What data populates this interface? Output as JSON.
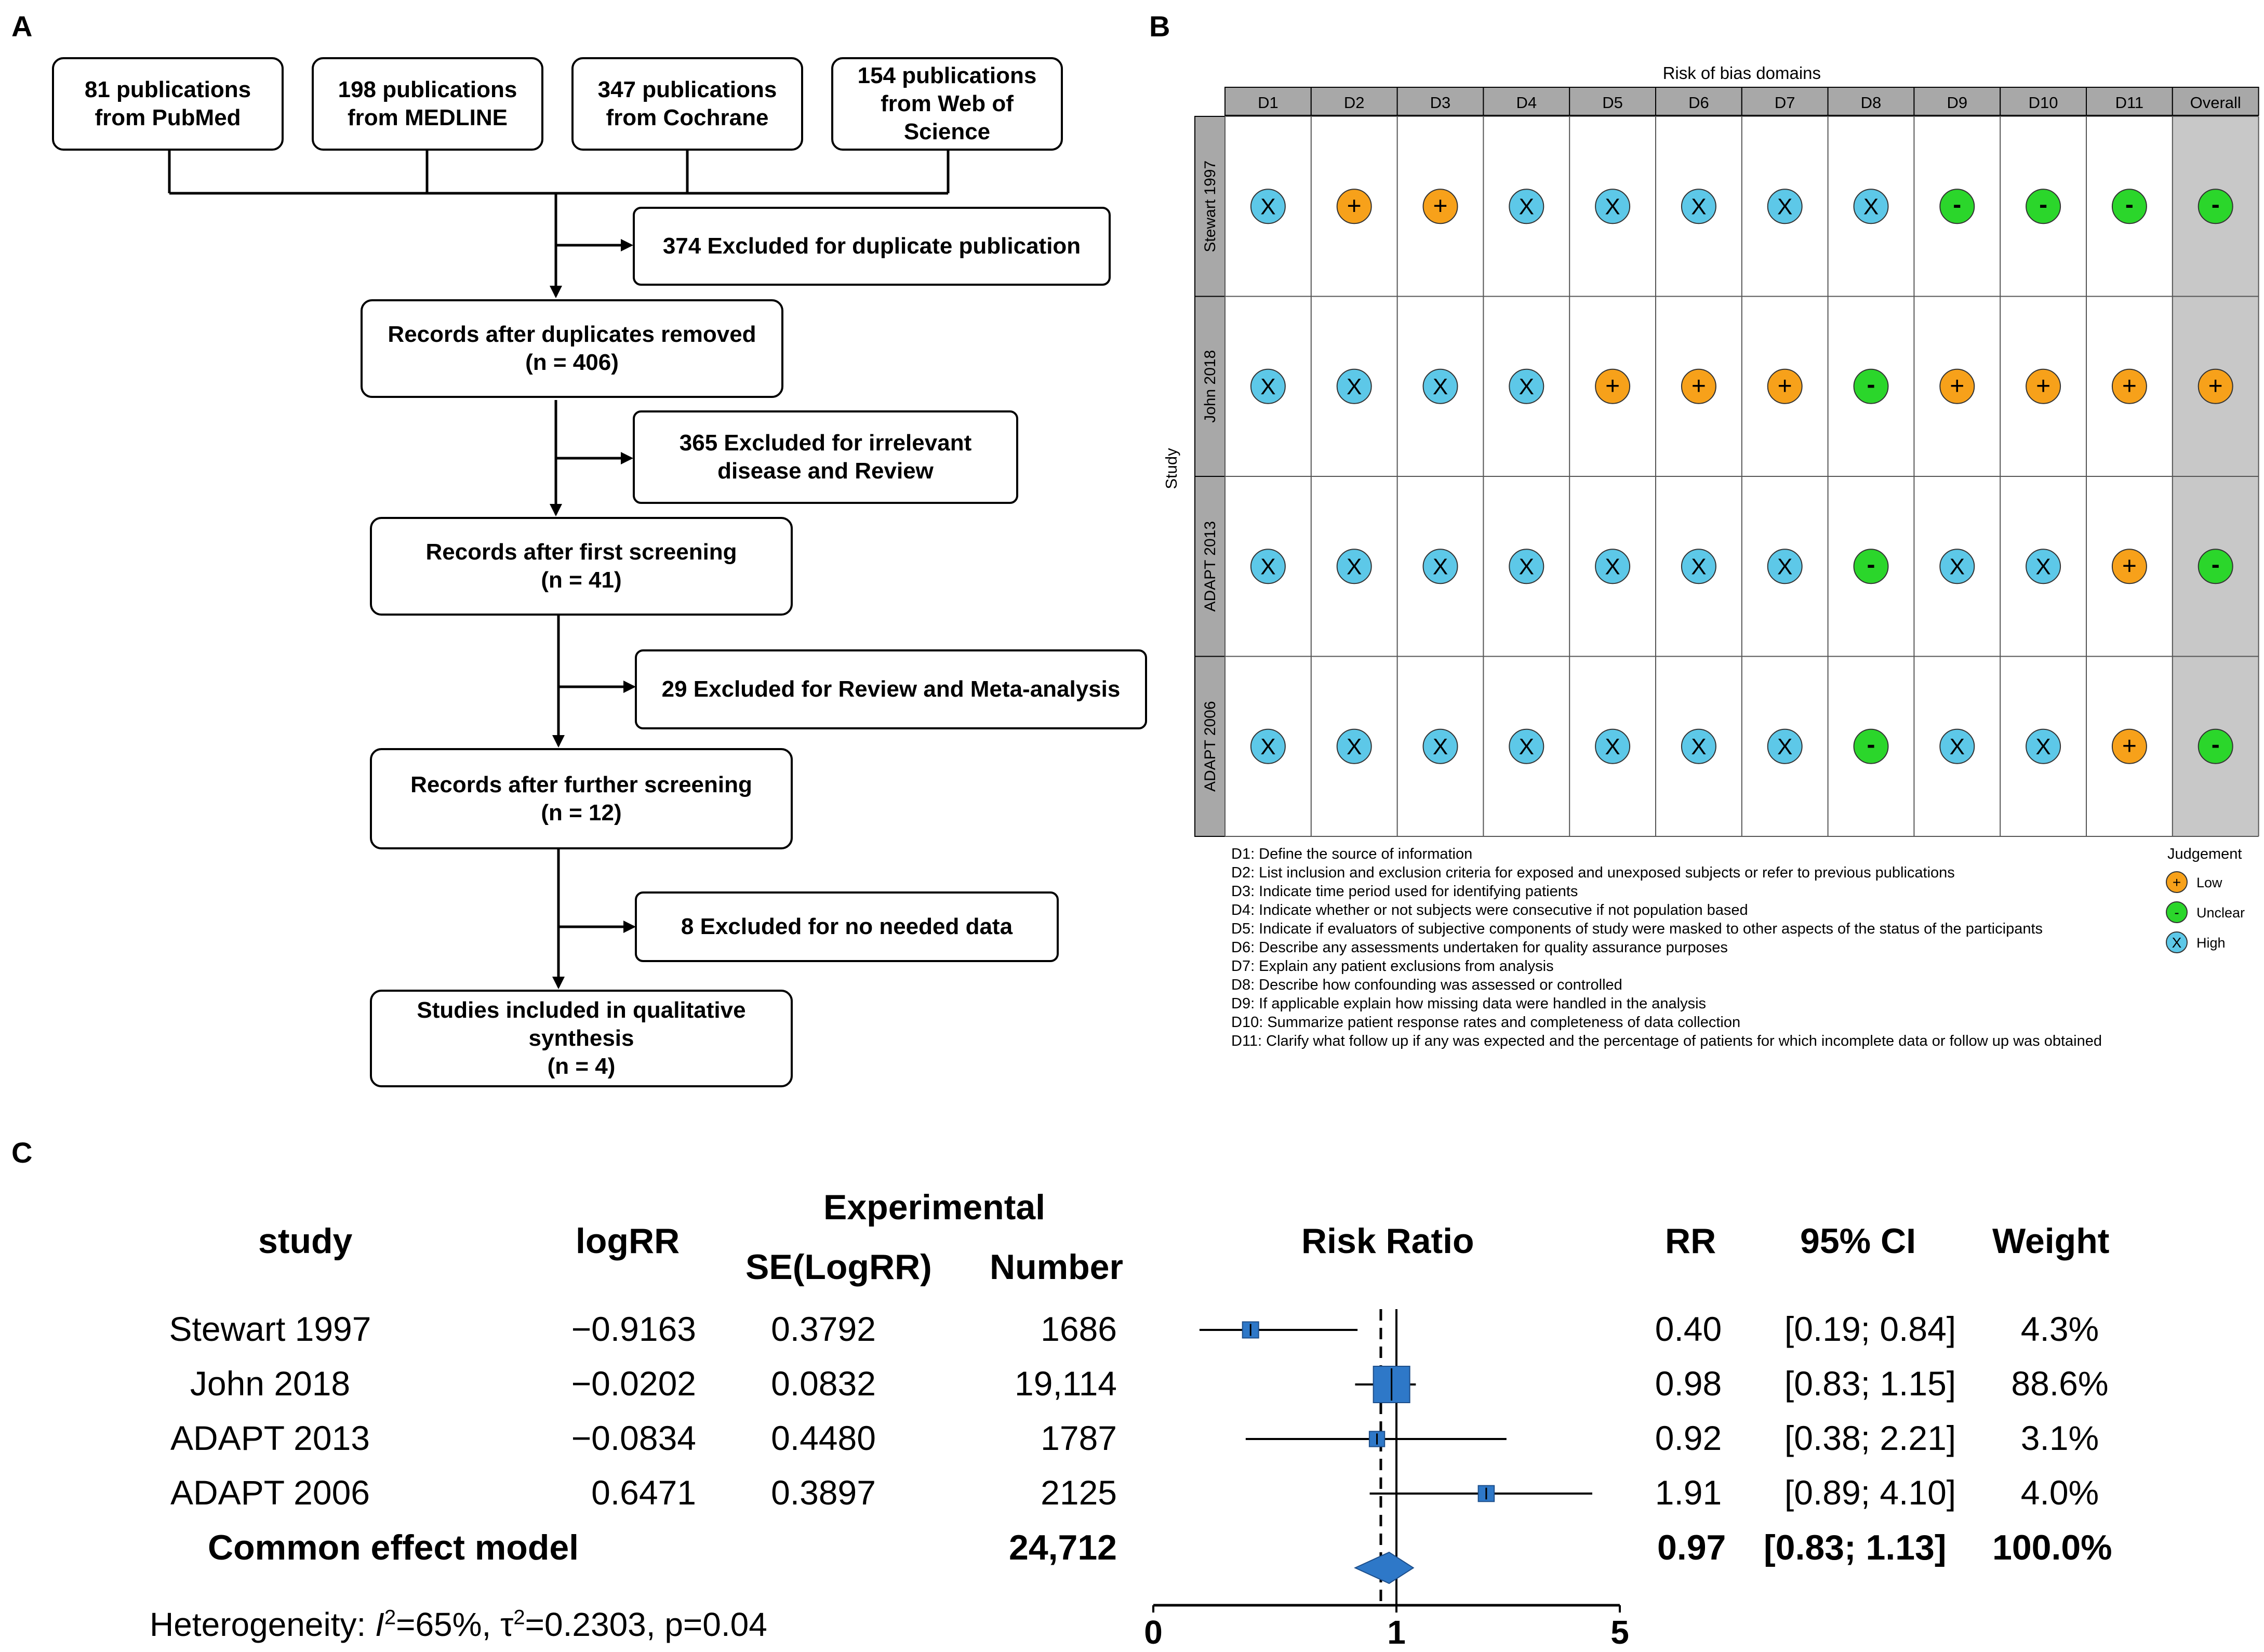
{
  "panels": {
    "a": "A",
    "b": "B",
    "c": "C"
  },
  "flow": {
    "sources": [
      {
        "text": "81 publications\nfrom PubMed"
      },
      {
        "text": "198 publications\nfrom MEDLINE"
      },
      {
        "text": "347 publications\nfrom Cochrane"
      },
      {
        "text": "154 publications\nfrom Web of\nScience"
      }
    ],
    "steps": [
      {
        "text": "Records after duplicates removed\n(n = 406)"
      },
      {
        "text": "Records after first screening\n(n = 41)"
      },
      {
        "text": "Records after further screening\n(n = 12)"
      },
      {
        "text": "Studies included in qualitative\nsynthesis\n(n = 4)"
      }
    ],
    "exclusions": [
      {
        "text": "374 Excluded for duplicate publication"
      },
      {
        "text": "365 Excluded for irrelevant\ndisease and Review"
      },
      {
        "text": "29 Excluded for Review and Meta-analysis"
      },
      {
        "text": "8 Excluded for no needed data"
      }
    ]
  },
  "rob": {
    "title": "Risk of bias domains",
    "y_label": "Study",
    "domains": [
      "D1",
      "D2",
      "D3",
      "D4",
      "D5",
      "D6",
      "D7",
      "D8",
      "D9",
      "D10",
      "D11",
      "Overall"
    ],
    "studies": [
      {
        "name": "Stewart 1997",
        "ratings": [
          "high",
          "low",
          "low",
          "high",
          "high",
          "high",
          "high",
          "high",
          "unclear",
          "unclear",
          "unclear",
          "unclear"
        ]
      },
      {
        "name": "John 2018",
        "ratings": [
          "high",
          "high",
          "high",
          "high",
          "low",
          "low",
          "low",
          "unclear",
          "low",
          "low",
          "low",
          "low"
        ]
      },
      {
        "name": "ADAPT 2013",
        "ratings": [
          "high",
          "high",
          "high",
          "high",
          "high",
          "high",
          "high",
          "unclear",
          "high",
          "high",
          "low",
          "unclear"
        ]
      },
      {
        "name": "ADAPT 2006",
        "ratings": [
          "high",
          "high",
          "high",
          "high",
          "high",
          "high",
          "high",
          "unclear",
          "high",
          "high",
          "low",
          "unclear"
        ]
      }
    ],
    "symbols": {
      "low": "+",
      "unclear": "-",
      "high": "X"
    },
    "colors": {
      "low": "#F7A11A",
      "unclear": "#2BD62B",
      "high": "#5DC8E8",
      "overall_bg": "#C8C8C8",
      "header_bg": "#A8A8A8"
    },
    "definitions": [
      "D1: Define the source of information",
      "D2: List inclusion and exclusion criteria for exposed and unexposed subjects or refer to previous publications",
      "D3: Indicate time period used for identifying patients",
      "D4: Indicate whether or not subjects were consecutive if not population based",
      "D5: Indicate if evaluators of subjective components of study were masked to other aspects of the status of the participants",
      "D6: Describe any assessments undertaken for quality assurance purposes",
      "D7: Explain any patient exclusions from analysis",
      "D8: Describe how confounding was assessed or controlled",
      "D9: If applicable  explain how missing data were handled in the analysis",
      "D10: Summarize patient response rates and completeness of data collection",
      "D11: Clarify what follow up  if any  was expected and the percentage of patients for which incomplete data or follow up was obtained"
    ],
    "legend": {
      "title": "Judgement",
      "items": [
        {
          "key": "low",
          "label": "Low"
        },
        {
          "key": "unclear",
          "label": "Unclear"
        },
        {
          "key": "high",
          "label": "High"
        }
      ]
    }
  },
  "forest": {
    "headers": {
      "study": "study",
      "logrr": "logRR",
      "experimental": "Experimental",
      "se": "SE(LogRR)",
      "number": "Number",
      "risk_ratio": "Risk Ratio",
      "rr": "RR",
      "ci": "95% CI",
      "weight": "Weight"
    },
    "rows": [
      {
        "study": "Stewart 1997",
        "logrr": "−0.9163",
        "se": "0.3792",
        "number": "1686",
        "rr": "0.40",
        "ci": "[0.19; 0.84]",
        "weight": "4.3%"
      },
      {
        "study": "John 2018",
        "logrr": "−0.0202",
        "se": "0.0832",
        "number": "19,114",
        "rr": "0.98",
        "ci": "[0.83; 1.15]",
        "weight": "88.6%"
      },
      {
        "study": "ADAPT 2013",
        "logrr": "−0.0834",
        "se": "0.4480",
        "number": "1787",
        "rr": "0.92",
        "ci": "[0.38; 2.21]",
        "weight": "3.1%"
      },
      {
        "study": "ADAPT 2006",
        "logrr": "0.6471",
        "se": "0.3897",
        "number": "2125",
        "rr": "1.91",
        "ci": "[0.89; 4.10]",
        "weight": "4.0%"
      }
    ],
    "summary": {
      "label": "Common effect model",
      "number": "24,712",
      "rr": "0.97",
      "ci": "[0.83; 1.13]",
      "weight": "100.0%"
    },
    "heterogeneity": {
      "prefix": "Heterogeneity: ",
      "i2_symbol": "I",
      "i2_rest": "=65%, τ",
      "tau_rest": "=0.2303, p=0.04",
      "sup": "2"
    },
    "axis_ticks": [
      "0",
      "1",
      "5"
    ]
  },
  "chart_data": {
    "type": "forest",
    "x_scale": "log",
    "x_ticks": [
      0,
      1,
      5
    ],
    "reference_line": 1,
    "summary_line": 0.97,
    "categories": [
      "Stewart 1997",
      "John 2018",
      "ADAPT 2013",
      "ADAPT 2006"
    ],
    "estimates": [
      0.4,
      0.98,
      0.92,
      1.91
    ],
    "ci_lower": [
      0.19,
      0.83,
      0.38,
      0.89
    ],
    "ci_upper": [
      0.84,
      1.15,
      2.21,
      4.1
    ],
    "weights": [
      4.3,
      88.6,
      3.1,
      4.0
    ],
    "summary": {
      "estimate": 0.97,
      "ci_lower": 0.83,
      "ci_upper": 1.13
    }
  }
}
